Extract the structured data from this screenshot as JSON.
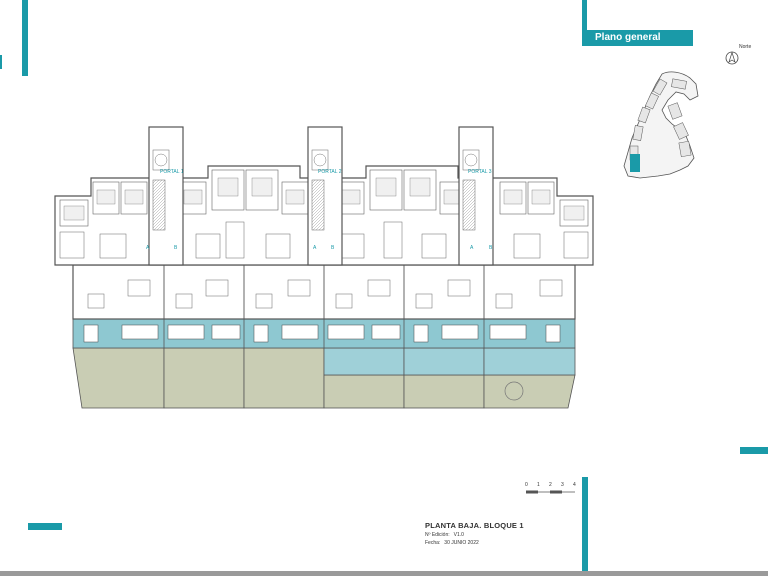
{
  "header": {
    "title": "Plano general"
  },
  "north": {
    "label": "Norte"
  },
  "portals": [
    "PORTAL 1",
    "PORTAL 2",
    "PORTAL 3"
  ],
  "entrance_labels": [
    "A",
    "B"
  ],
  "scale": {
    "ticks": [
      "0",
      "1",
      "2",
      "3",
      "4"
    ]
  },
  "title_block": {
    "title": "PLANTA BAJA.  BLOQUE 1",
    "edition_label": "Nº Edición:",
    "edition_value": "V1.0",
    "date_label": "Fecha:",
    "date_value": "30 JUNIO 2022"
  },
  "colors": {
    "accent": "#1a9aa8",
    "terrace": "#8ec8d1",
    "pool": "#9fd0d8",
    "garden": "#c9cdb4",
    "wall": "#555555"
  }
}
